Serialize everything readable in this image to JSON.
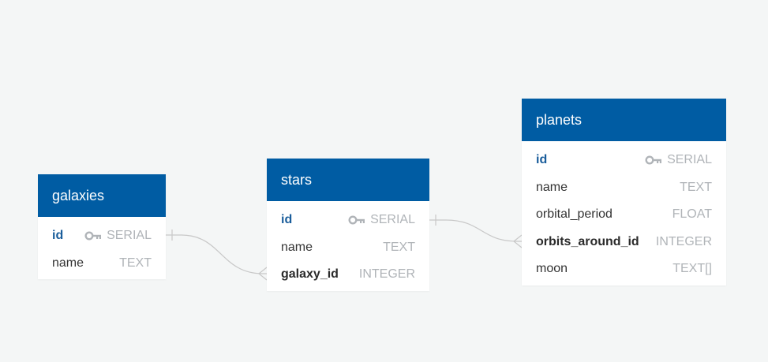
{
  "tables": {
    "galaxies": {
      "title": "galaxies",
      "columns": [
        {
          "name": "id",
          "type": "SERIAL",
          "pk": true
        },
        {
          "name": "name",
          "type": "TEXT"
        }
      ]
    },
    "stars": {
      "title": "stars",
      "columns": [
        {
          "name": "id",
          "type": "SERIAL",
          "pk": true
        },
        {
          "name": "name",
          "type": "TEXT"
        },
        {
          "name": "galaxy_id",
          "type": "INTEGER",
          "fk": true
        }
      ]
    },
    "planets": {
      "title": "planets",
      "columns": [
        {
          "name": "id",
          "type": "SERIAL",
          "pk": true
        },
        {
          "name": "name",
          "type": "TEXT"
        },
        {
          "name": "orbital_period",
          "type": "FLOAT"
        },
        {
          "name": "orbits_around_id",
          "type": "INTEGER",
          "fk": true
        },
        {
          "name": "moon",
          "type": "TEXT[]"
        }
      ]
    }
  },
  "colors": {
    "header": "#005ca3",
    "background": "#f4f6f6",
    "pk_text": "#1a5d9b",
    "type_text": "#b0b4b8",
    "connector": "#c8c8c8"
  },
  "icons": {
    "primary_key": "key-icon"
  }
}
